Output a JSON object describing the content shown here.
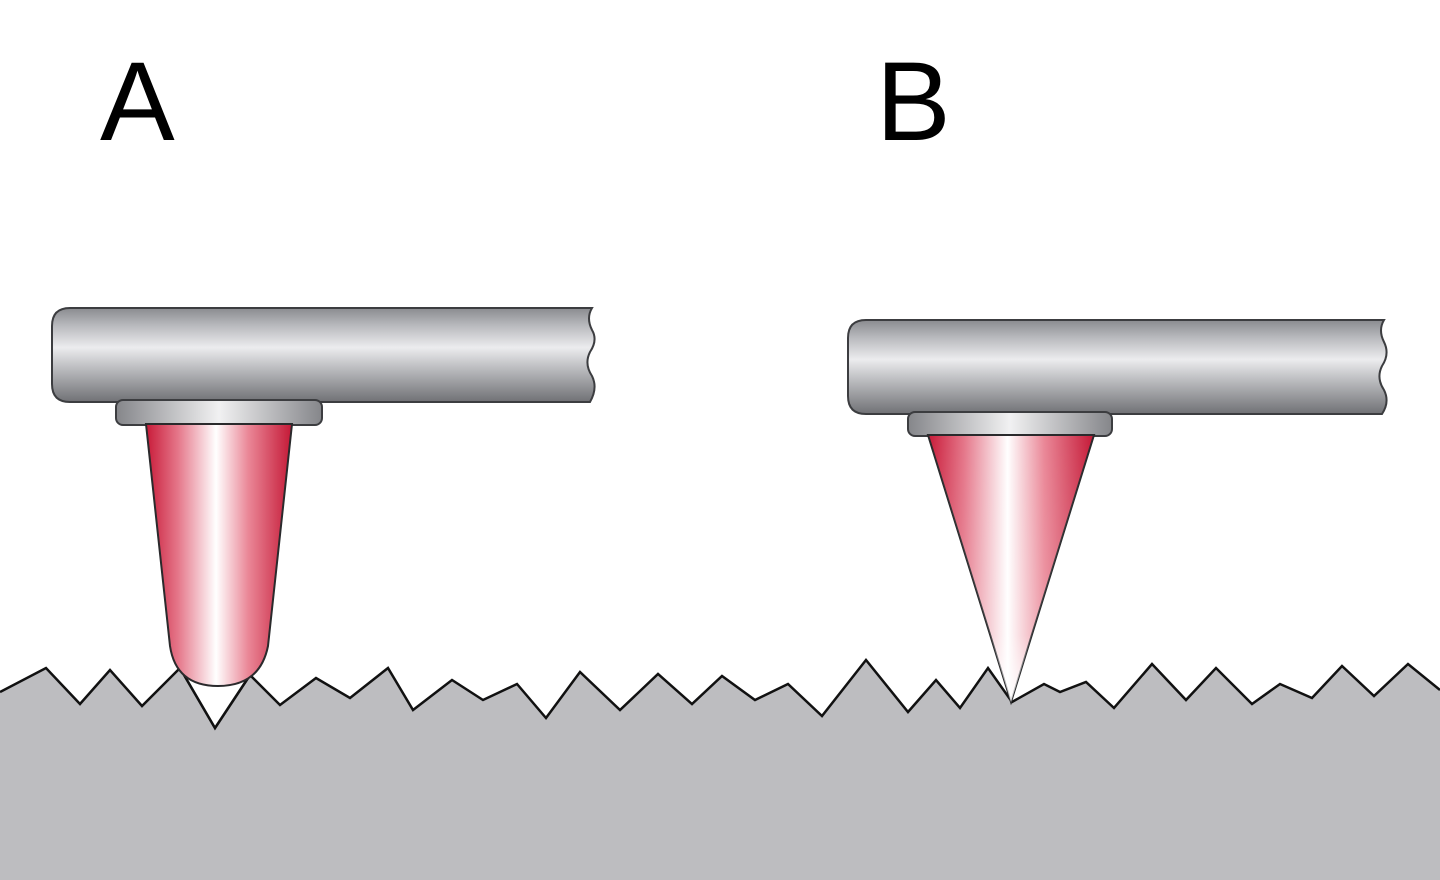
{
  "panels": [
    {
      "label": "A",
      "tip_shape": "rounded-tip"
    },
    {
      "label": "B",
      "tip_shape": "sharp-tip"
    }
  ],
  "colors": {
    "background": "#ffffff",
    "surface": "#bdbdc0",
    "surface_outline": "#000000",
    "tip_red": "#d0223f",
    "tip_highlight": "#ffffff",
    "cantilever_dark": "#7d7e82",
    "cantilever_light": "#e9e9eb"
  }
}
